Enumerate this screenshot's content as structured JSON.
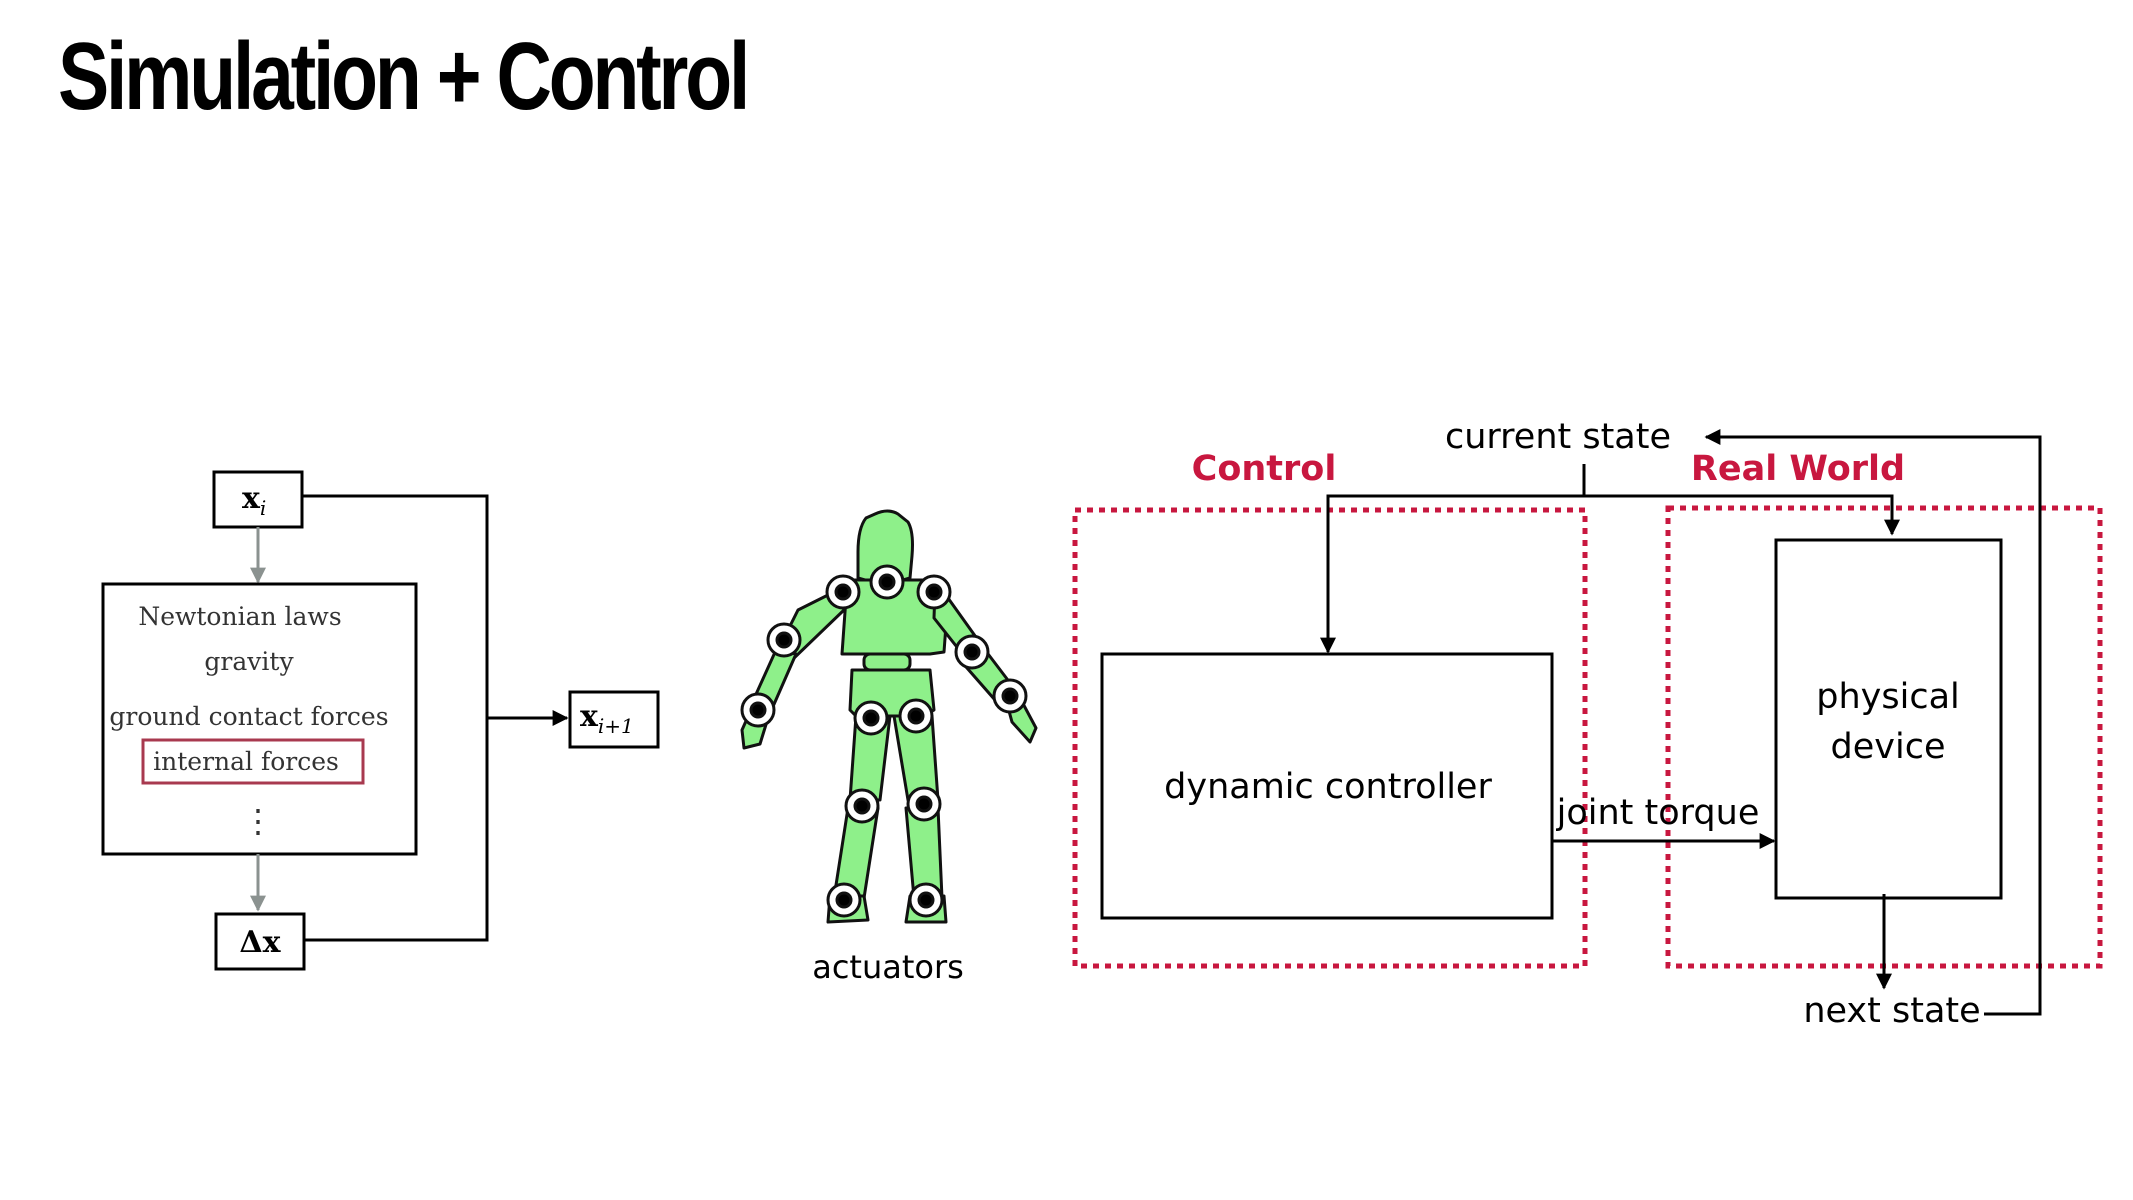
{
  "slide": {
    "title": "Simulation + Control"
  },
  "sim": {
    "state_i_base": "x",
    "state_i_sub": "i",
    "state_next_base": "x",
    "state_next_sub": "i+1",
    "delta_x": "Δx",
    "forces": [
      "Newtonian laws",
      "gravity",
      "ground contact forces",
      "internal forces"
    ],
    "ellipsis": "⋮"
  },
  "figure": {
    "caption": "actuators"
  },
  "control": {
    "control_label": "Control",
    "real_world_label": "Real World",
    "current_state": "current state",
    "controller": "dynamic controller",
    "joint_torque": "joint torque",
    "device_line1": "physical",
    "device_line2": "device",
    "next_state": "next state"
  },
  "colors": {
    "accent_red": "#c8173f",
    "internal_box": "#a8394f",
    "figure_green": "#8ef08a",
    "gray_arrow": "#8b9290",
    "text": "#000000"
  }
}
